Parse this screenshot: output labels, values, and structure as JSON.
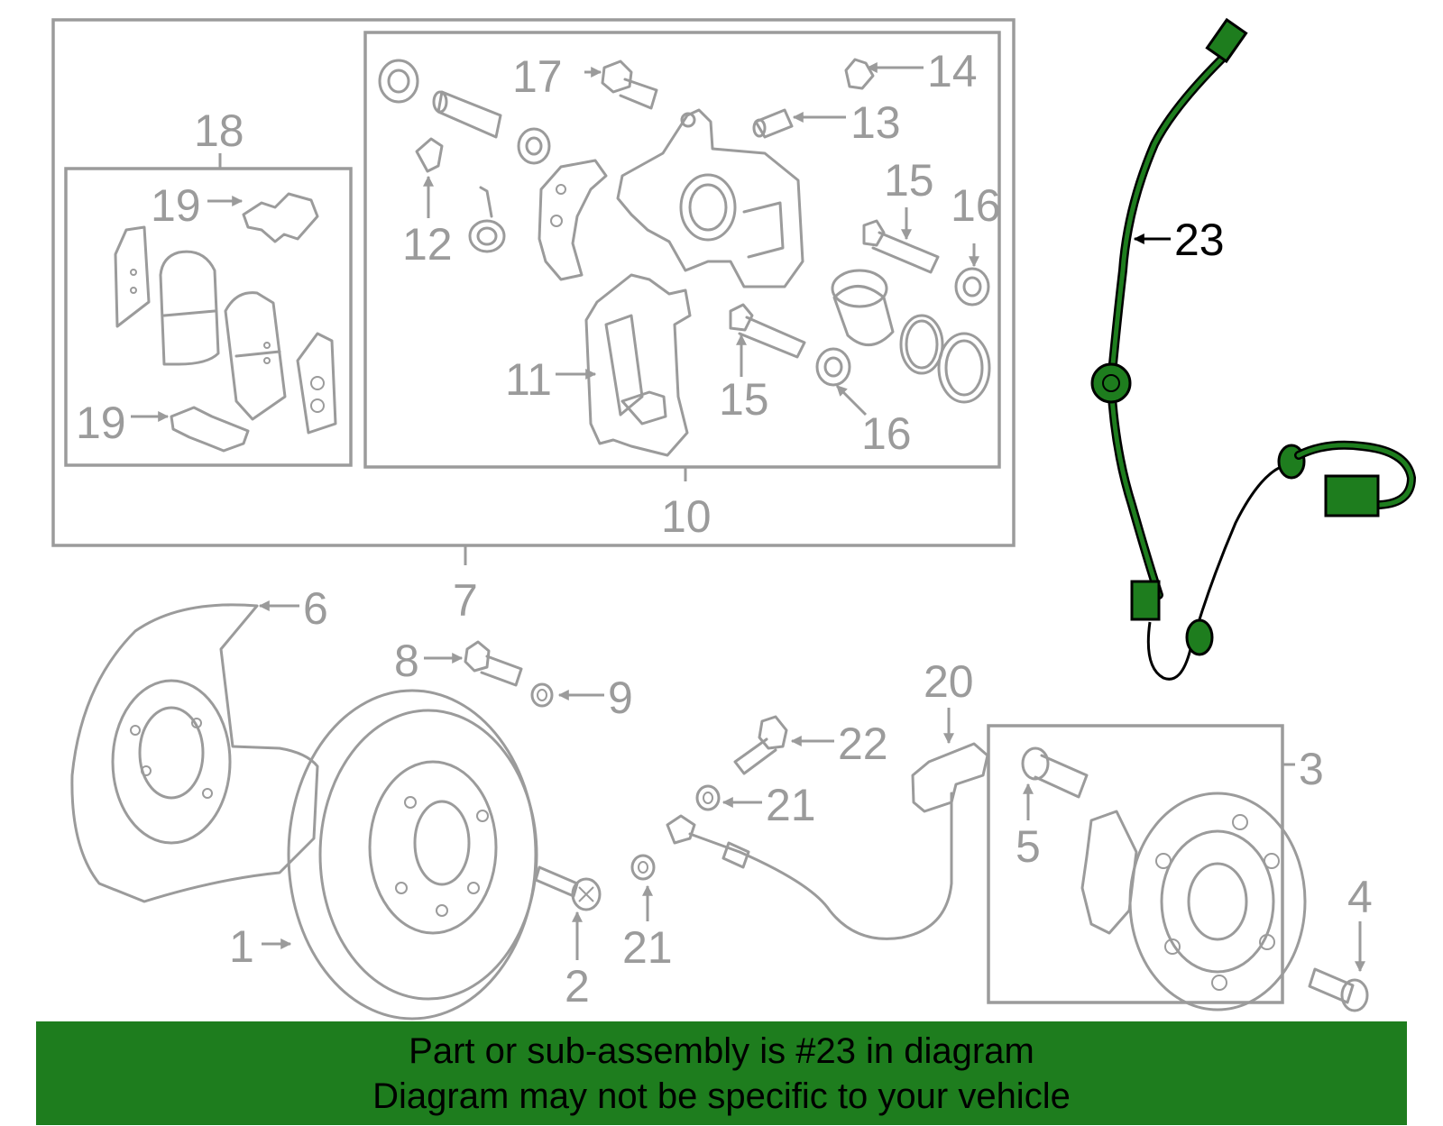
{
  "callouts": {
    "c1": "1",
    "c2": "2",
    "c3": "3",
    "c4": "4",
    "c5": "5",
    "c6": "6",
    "c7": "7",
    "c8": "8",
    "c9": "9",
    "c10": "10",
    "c11": "11",
    "c12": "12",
    "c13": "13",
    "c14": "14",
    "c15a": "15",
    "c15b": "15",
    "c16a": "16",
    "c16b": "16",
    "c17": "17",
    "c18": "18",
    "c19a": "19",
    "c19b": "19",
    "c20": "20",
    "c21a": "21",
    "c21b": "21",
    "c22": "22",
    "c23": "23"
  },
  "highlighted_part": "23",
  "banner": {
    "line1": "Part or sub-assembly is #23 in diagram",
    "line2": "Diagram may not be specific to your vehicle"
  },
  "colors": {
    "highlight": "#1e7d1e",
    "parts": "#9b9b9b",
    "banner_text": "#000000"
  }
}
